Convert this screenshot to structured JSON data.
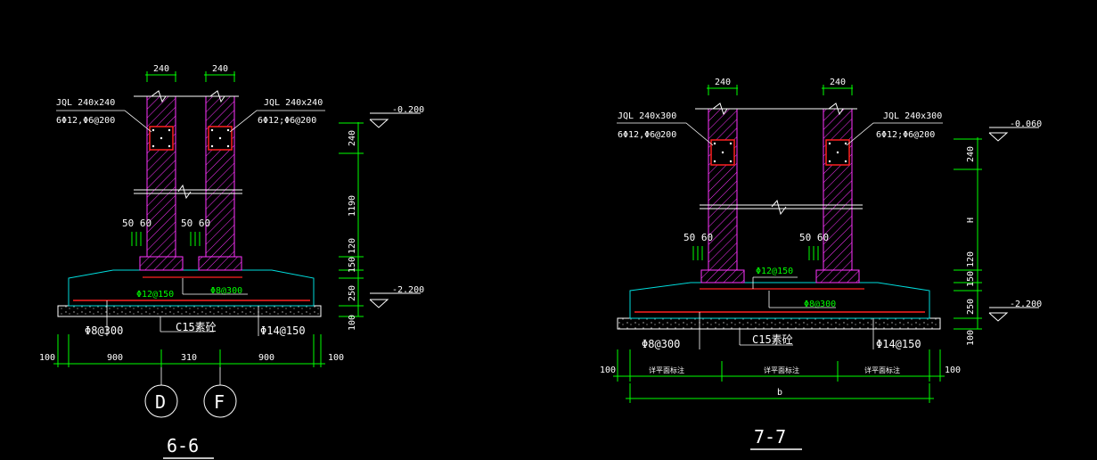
{
  "colors": {
    "background": "#000000",
    "wall": "#ff33ff",
    "dimension": "#00ff00",
    "text": "#ffffff",
    "footing": "#00dddd",
    "rebar": "#ff2020",
    "leader": "#ffffff",
    "elevation": "#ffffff"
  },
  "section_6": {
    "title": "6-6",
    "wall_width_left": "240",
    "wall_width_right": "240",
    "beam_left_name": "JQL 240x240",
    "beam_left_rebar": "6Φ12,Φ6@200",
    "beam_right_name": "JQL 240x240",
    "beam_right_rebar": "6Φ12;Φ6@200",
    "elev_top": "-0.200",
    "elev_bottom": "-2.200",
    "dim_240": "240",
    "dim_1190": "1190",
    "dim_120": "120",
    "dim_150": "150",
    "dim_250": "250",
    "dim_100": "100",
    "offset_left": "50  60",
    "offset_right": "50  60",
    "rebar_top": "Φ12@150",
    "rebar_mid": "Φ8@300",
    "rebar_bottom_left": "Φ8@300",
    "concrete": "C15素砼",
    "rebar_bottom_right": "Φ14@150",
    "bottom_dims": [
      "100",
      "900",
      "310",
      "900",
      "100"
    ],
    "axis_left": "D",
    "axis_right": "F"
  },
  "section_7": {
    "title": "7-7",
    "wall_width_left": "240",
    "wall_width_right": "240",
    "beam_left_name": "JQL 240x300",
    "beam_left_rebar": "6Φ12,Φ6@200",
    "beam_right_name": "JQL 240x300",
    "beam_right_rebar": "6Φ12;Φ6@200",
    "elev_top": "-0.060",
    "elev_bottom": "-2.200",
    "dim_240": "240",
    "dim_H": "H",
    "dim_120": "120",
    "dim_150": "150",
    "dim_250": "250",
    "dim_100": "100",
    "offset_left": "50  60",
    "offset_right": "50  60",
    "rebar_top": "Φ12@150",
    "rebar_mid": "Φ8@300",
    "rebar_bottom_left": "Φ8@300",
    "concrete": "C15素砼",
    "rebar_bottom_right": "Φ14@150",
    "bottom_dims": [
      "100",
      "详平面标注",
      "详平面标注",
      "详平面标注",
      "100"
    ],
    "overall_dim": "b"
  }
}
